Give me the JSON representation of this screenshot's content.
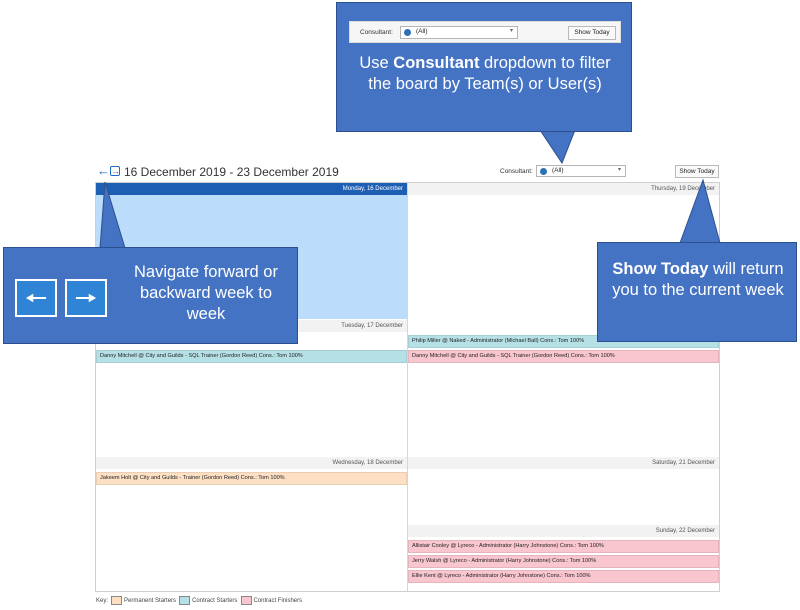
{
  "toolbar": {
    "date_range": "16 December 2019 - 23 December 2019",
    "consultant_label": "Consultant:",
    "consultant_value": "(All)",
    "show_today_label": "Show Today"
  },
  "callouts": {
    "consultant": {
      "prefix": "Use ",
      "bold": "Consultant",
      "rest": " dropdown to filter the board by Team(s) or User(s)",
      "screenshot": {
        "consultant_label": "Consultant:",
        "consultant_value": "(All)",
        "show_today_label": "Show Today"
      }
    },
    "navigate": {
      "text": "Navigate forward or backward week to week"
    },
    "show_today": {
      "bold": "Show Today",
      "rest": " will return you to the current week"
    }
  },
  "days": {
    "mon": {
      "header": "Monday, 16 December"
    },
    "thu": {
      "header": "Thursday, 19 December"
    },
    "tue": {
      "header": "Tuesday, 17 December",
      "entries": [
        "Danny Mitchell @ City and Guilds - SQL Trainer (Gordon Reed) Cons.: Tom 100%"
      ]
    },
    "fri": {
      "entries": [
        "Philip Miller @ Naked - Administrator (Michael Ball) Cons.: Tom 100%",
        "Danny Mitchell @ City and Guilds - SQL Trainer (Gordon Reed) Cons.: Tom 100%"
      ]
    },
    "wed": {
      "header": "Wednesday, 18 December",
      "entries": [
        "Jakeem Holt @ City and Guilds - Trainer (Gordon Reed) Cons.: Tom 100%"
      ]
    },
    "sat": {
      "header": "Saturday, 21 December"
    },
    "sun": {
      "header": "Sunday, 22 December",
      "entries": [
        "Allistair Cooley @ Lyreco - Administrator (Harry Johnstone) Cons.: Tom 100%",
        "Jerry Walsh @ Lyreco - Administrator (Harry Johnstone) Cons.: Tom 100%",
        "Ellie Kent @ Lyreco - Administrator (Harry Johnstone) Cons.: Tom 100%"
      ]
    }
  },
  "key": {
    "label": "Key:",
    "items": [
      "Permanent Starters",
      "Contract Starters",
      "Contract Finishers"
    ]
  },
  "colors": {
    "callout": "#4573c4",
    "header_active": "#1e5fb4",
    "selected_day": "#bcdcfb",
    "permanent": "#fde0c4",
    "contract": "#b5e0e6",
    "finisher": "#f9c5cf"
  },
  "icons": [
    "back-arrow-icon",
    "forward-arrow-icon",
    "globe-icon",
    "chevron-down-icon"
  ]
}
